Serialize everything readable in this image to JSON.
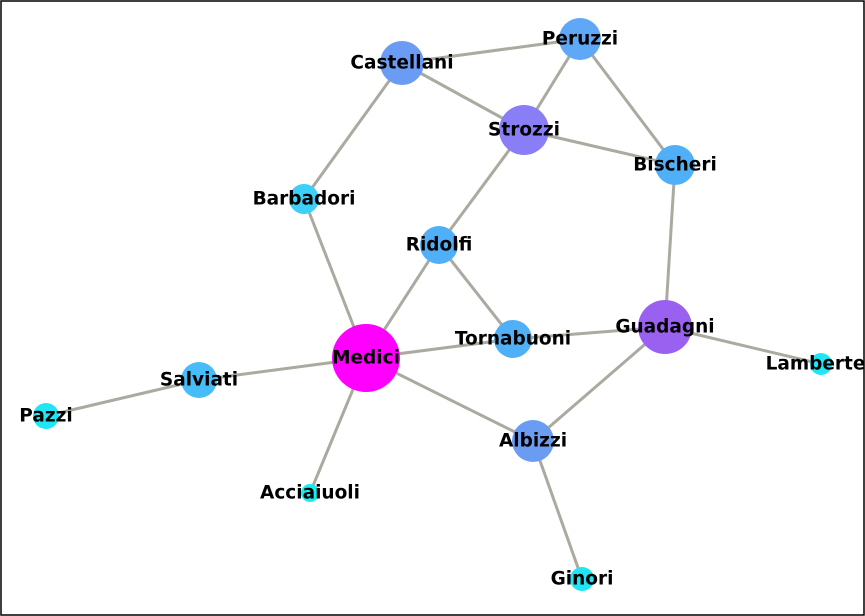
{
  "graph": {
    "nodes": [
      {
        "id": "medici",
        "label": "Medici",
        "color": "#ff00ff"
      },
      {
        "id": "guadagni",
        "label": "Guadagni",
        "color": "#9a61f0"
      },
      {
        "id": "strozzi",
        "label": "Strozzi",
        "color": "#8a7ef6"
      },
      {
        "id": "albizzi",
        "label": "Albizzi",
        "color": "#6a9cf4"
      },
      {
        "id": "castellani",
        "label": "Castellani",
        "color": "#6a9cf4"
      },
      {
        "id": "peruzzi",
        "label": "Peruzzi",
        "color": "#5ea8f7"
      },
      {
        "id": "bischeri",
        "label": "Bischeri",
        "color": "#4fb0f8"
      },
      {
        "id": "ridolfi",
        "label": "Ridolfi",
        "color": "#4fb0f8"
      },
      {
        "id": "tornabuoni",
        "label": "Tornabuoni",
        "color": "#4fb0f8"
      },
      {
        "id": "salviati",
        "label": "Salviati",
        "color": "#46bcf8"
      },
      {
        "id": "barbadori",
        "label": "Barbadori",
        "color": "#3ccff8"
      },
      {
        "id": "pazzi",
        "label": "Pazzi",
        "color": "#1ee6f6"
      },
      {
        "id": "ginori",
        "label": "Ginori",
        "color": "#1ee6f6"
      },
      {
        "id": "lambertes",
        "label": "Lambertes",
        "color": "#1ee6f6"
      },
      {
        "id": "acciaiuoli",
        "label": "Acciaiuoli",
        "color": "#12f0f4"
      }
    ],
    "edges": [
      [
        "castellani",
        "peruzzi"
      ],
      [
        "castellani",
        "strozzi"
      ],
      [
        "castellani",
        "barbadori"
      ],
      [
        "peruzzi",
        "strozzi"
      ],
      [
        "peruzzi",
        "bischeri"
      ],
      [
        "strozzi",
        "bischeri"
      ],
      [
        "strozzi",
        "ridolfi"
      ],
      [
        "bischeri",
        "guadagni"
      ],
      [
        "barbadori",
        "medici"
      ],
      [
        "ridolfi",
        "medici"
      ],
      [
        "ridolfi",
        "tornabuoni"
      ],
      [
        "tornabuoni",
        "medici"
      ],
      [
        "tornabuoni",
        "guadagni"
      ],
      [
        "guadagni",
        "lambertes"
      ],
      [
        "guadagni",
        "albizzi"
      ],
      [
        "medici",
        "salviati"
      ],
      [
        "medici",
        "albizzi"
      ],
      [
        "medici",
        "acciaiuoli"
      ],
      [
        "salviati",
        "pazzi"
      ],
      [
        "albizzi",
        "ginori"
      ]
    ]
  }
}
